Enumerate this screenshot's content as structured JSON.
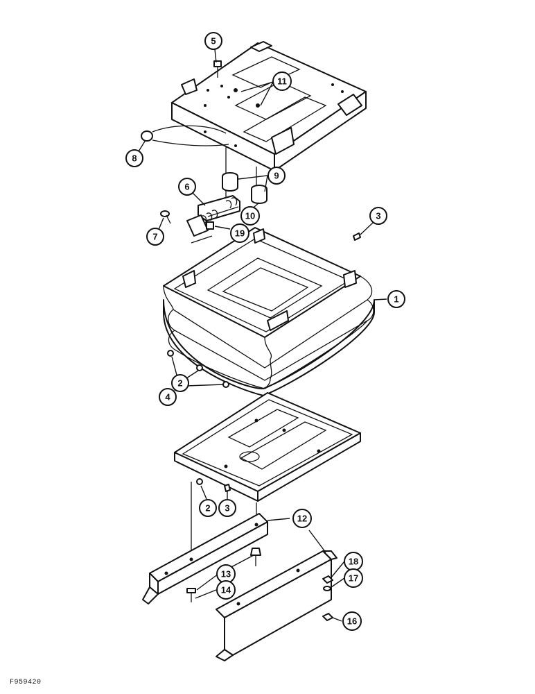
{
  "figure_code": "F959420",
  "callouts": {
    "c1": "1",
    "c2a": "2",
    "c2b": "2",
    "c3a": "3",
    "c3b": "3",
    "c4": "4",
    "c5": "5",
    "c6": "6",
    "c7": "7",
    "c8": "8",
    "c9": "9",
    "c10": "10",
    "c11": "11",
    "c12": "12",
    "c13": "13",
    "c14": "14",
    "c16": "16",
    "c17": "17",
    "c18": "18",
    "c19": "19"
  }
}
